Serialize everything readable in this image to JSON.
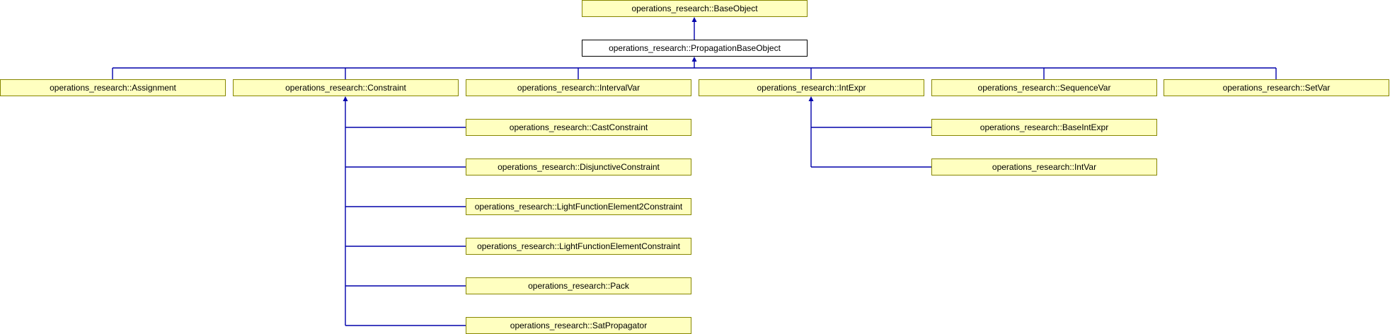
{
  "diagram": {
    "type": "inheritance-graph",
    "nodes": [
      {
        "id": "base_object",
        "label": "operations_research::BaseObject",
        "current": false
      },
      {
        "id": "propagation_base_object",
        "label": "operations_research::PropagationBaseObject",
        "current": true
      },
      {
        "id": "assignment",
        "label": "operations_research::Assignment",
        "current": false
      },
      {
        "id": "constraint",
        "label": "operations_research::Constraint",
        "current": false
      },
      {
        "id": "interval_var",
        "label": "operations_research::IntervalVar",
        "current": false
      },
      {
        "id": "int_expr",
        "label": "operations_research::IntExpr",
        "current": false
      },
      {
        "id": "sequence_var",
        "label": "operations_research::SequenceVar",
        "current": false
      },
      {
        "id": "set_var",
        "label": "operations_research::SetVar",
        "current": false
      },
      {
        "id": "cast_constraint",
        "label": "operations_research::CastConstraint",
        "current": false
      },
      {
        "id": "disjunctive_constraint",
        "label": "operations_research::DisjunctiveConstraint",
        "current": false
      },
      {
        "id": "light_function_element2_constraint",
        "label": "operations_research::LightFunctionElement2Constraint",
        "current": false
      },
      {
        "id": "light_function_element_constraint",
        "label": "operations_research::LightFunctionElementConstraint",
        "current": false
      },
      {
        "id": "pack",
        "label": "operations_research::Pack",
        "current": false
      },
      {
        "id": "sat_propagator",
        "label": "operations_research::SatPropagator",
        "current": false
      },
      {
        "id": "base_int_expr",
        "label": "operations_research::BaseIntExpr",
        "current": false
      },
      {
        "id": "int_var",
        "label": "operations_research::IntVar",
        "current": false
      }
    ],
    "edges": [
      {
        "from": "propagation_base_object",
        "to": "base_object"
      },
      {
        "from": "assignment",
        "to": "propagation_base_object"
      },
      {
        "from": "constraint",
        "to": "propagation_base_object"
      },
      {
        "from": "interval_var",
        "to": "propagation_base_object"
      },
      {
        "from": "int_expr",
        "to": "propagation_base_object"
      },
      {
        "from": "sequence_var",
        "to": "propagation_base_object"
      },
      {
        "from": "set_var",
        "to": "propagation_base_object"
      },
      {
        "from": "cast_constraint",
        "to": "constraint"
      },
      {
        "from": "disjunctive_constraint",
        "to": "constraint"
      },
      {
        "from": "light_function_element2_constraint",
        "to": "constraint"
      },
      {
        "from": "light_function_element_constraint",
        "to": "constraint"
      },
      {
        "from": "pack",
        "to": "constraint"
      },
      {
        "from": "sat_propagator",
        "to": "constraint"
      },
      {
        "from": "base_int_expr",
        "to": "int_expr"
      },
      {
        "from": "int_var",
        "to": "int_expr"
      }
    ],
    "colors": {
      "node_fill": "#ffffc0",
      "node_border": "#868600",
      "current_fill": "#ffffff",
      "current_border": "#000000",
      "edge": "#0000aa"
    }
  }
}
